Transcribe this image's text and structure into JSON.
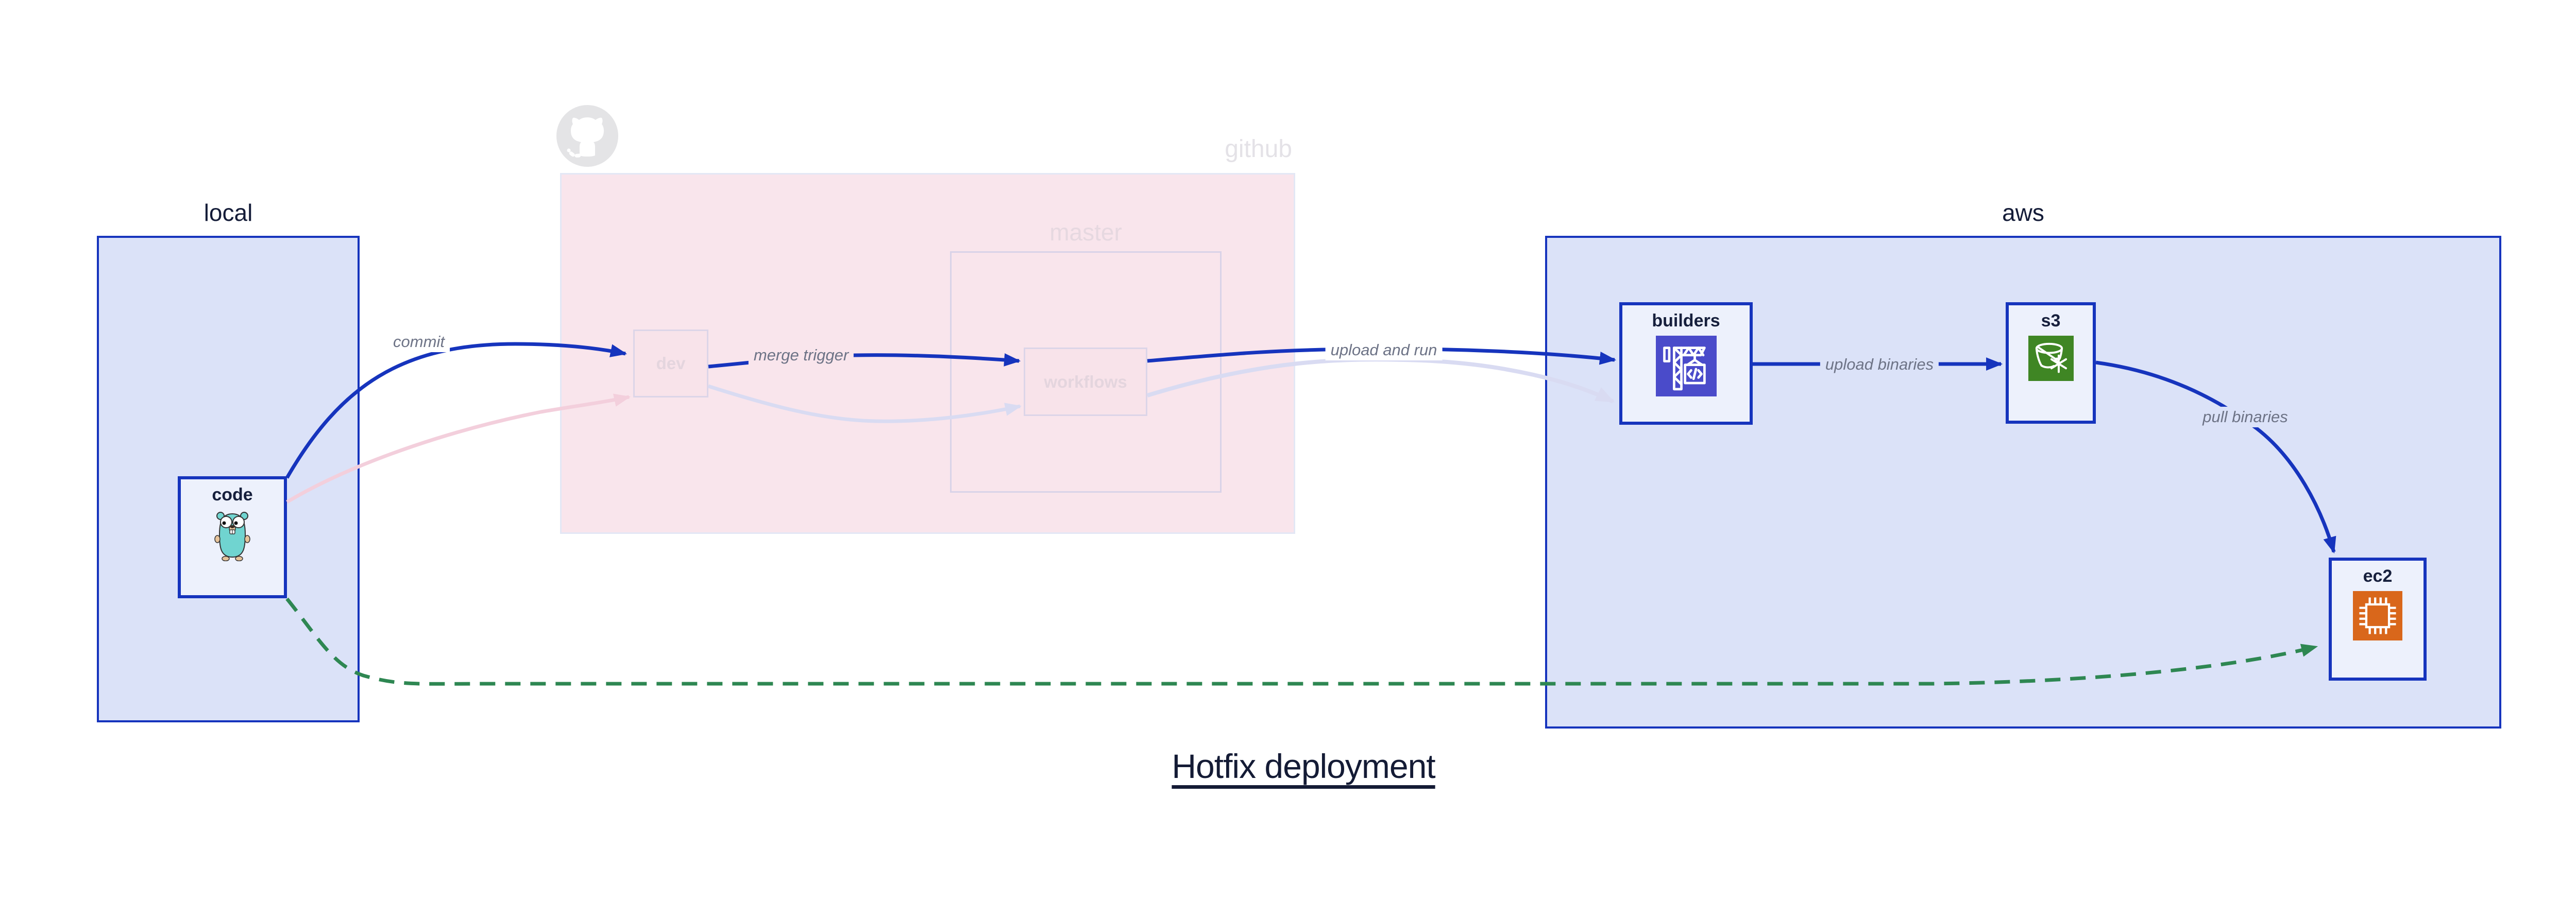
{
  "title": "Hotfix deployment",
  "groups": {
    "local": {
      "label": "local"
    },
    "github": {
      "label": "github",
      "master_label": "master"
    },
    "aws": {
      "label": "aws"
    }
  },
  "nodes": {
    "code": {
      "label": "code",
      "icon": "go-gopher"
    },
    "dev": {
      "label": "dev"
    },
    "workflows": {
      "label": "workflows"
    },
    "builders": {
      "label": "builders",
      "icon": "aws-codebuild"
    },
    "s3": {
      "label": "s3",
      "icon": "aws-s3-glacier"
    },
    "ec2": {
      "label": "ec2",
      "icon": "aws-ec2-chip"
    }
  },
  "edges": [
    {
      "id": "commit",
      "label": "commit",
      "from": "code",
      "to": "dev",
      "style": "solid-blue"
    },
    {
      "id": "merge-trigger",
      "label": "merge trigger",
      "from": "dev",
      "to": "workflows",
      "style": "solid-blue"
    },
    {
      "id": "upload-and-run",
      "label": "upload and run",
      "from": "workflows",
      "to": "builders",
      "style": "solid-blue"
    },
    {
      "id": "upload-binaries",
      "label": "upload binaries",
      "from": "builders",
      "to": "s3",
      "style": "solid-blue"
    },
    {
      "id": "pull-binaries",
      "label": "pull binaries",
      "from": "s3",
      "to": "ec2",
      "style": "solid-blue"
    },
    {
      "id": "ghost-code-dev",
      "label": "",
      "from": "code",
      "to": "dev",
      "style": "faded-pink"
    },
    {
      "id": "ghost-dev-workflows",
      "label": "",
      "from": "dev",
      "to": "workflows",
      "style": "faded-lavender"
    },
    {
      "id": "ghost-workflows-builders",
      "label": "",
      "from": "workflows",
      "to": "builders",
      "style": "faded-lavender"
    },
    {
      "id": "hotfix-path",
      "label": "",
      "from": "code",
      "to": "ec2",
      "style": "dashed-green"
    }
  ],
  "colors": {
    "arrow_blue": "#1634bd",
    "group_fill_blue": "#dbe2f8",
    "node_fill": "#edf1fc",
    "github_fill_pink": "#f9e5ec",
    "ghost_pink": "#f3cfdc",
    "ghost_lavender": "#d9dbf2",
    "hotfix_green": "#2e8752",
    "faded_text": "#e4e2e7",
    "edge_label_gray": "#6d7386",
    "dark_navy_text": "#141c38",
    "codebuild_indigo": "#4a4bca",
    "s3_glacier_green": "#3f8624",
    "ec2_orange": "#d9671b"
  }
}
